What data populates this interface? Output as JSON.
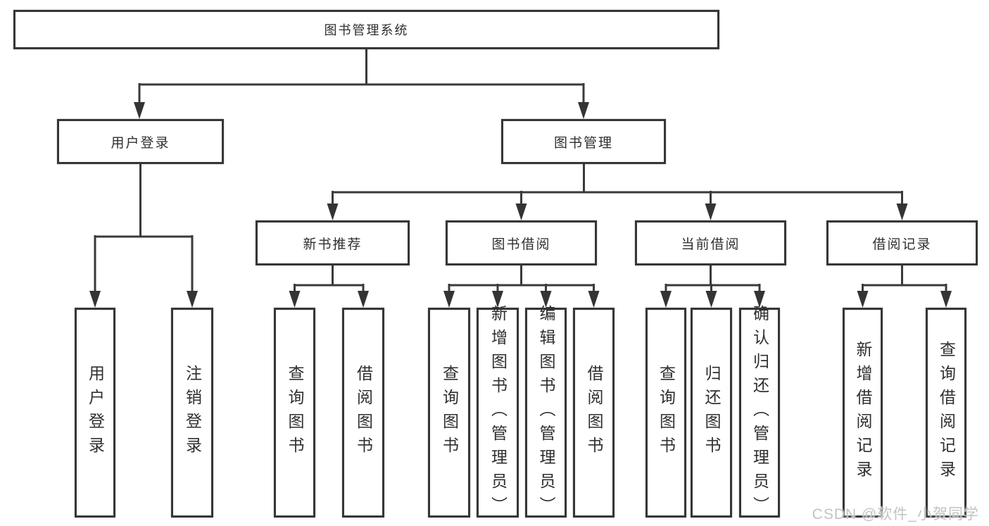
{
  "diagram": {
    "root": {
      "label": "图书管理系统"
    },
    "branches": [
      {
        "label": "用户登录",
        "children": [
          {
            "label": "用户登录"
          },
          {
            "label": "注销登录"
          }
        ]
      },
      {
        "label": "图书管理",
        "children": [
          {
            "label": "新书推荐",
            "children": [
              {
                "label": "查询图书"
              },
              {
                "label": "借阅图书"
              }
            ]
          },
          {
            "label": "图书借阅",
            "children": [
              {
                "label": "查询图书"
              },
              {
                "label": "新增图书（管理员）"
              },
              {
                "label": "编辑图书（管理员）"
              },
              {
                "label": "借阅图书"
              }
            ]
          },
          {
            "label": "当前借阅",
            "children": [
              {
                "label": "查询图书"
              },
              {
                "label": "归还图书"
              },
              {
                "label": "确认归还（管理员）"
              }
            ]
          },
          {
            "label": "借阅记录",
            "children": [
              {
                "label": "新增借阅记录"
              },
              {
                "label": "查询借阅记录"
              }
            ]
          }
        ]
      }
    ]
  },
  "watermark": {
    "text": "CSDN @软件_小贺同学"
  },
  "colors": {
    "line": "#3a3a3a",
    "box_border": "#363636",
    "text": "#2f2f2f",
    "watermark": "#c3c3c3",
    "background": "#ffffff"
  }
}
